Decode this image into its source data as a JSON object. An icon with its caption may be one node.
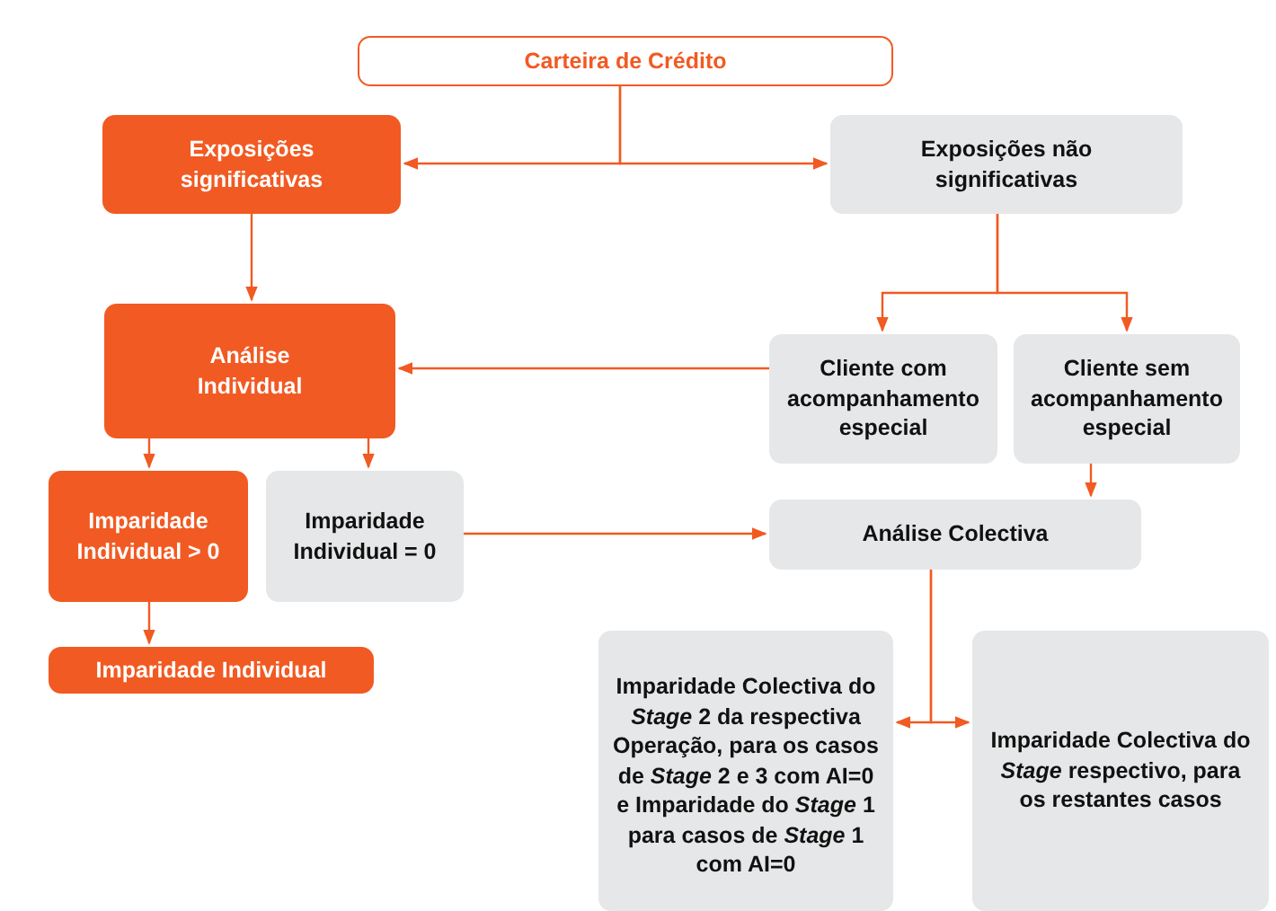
{
  "diagram": {
    "nodes": [
      {
        "text": [
          "Carteira de Crédito"
        ]
      },
      {
        "text": [
          "Exposições significativas"
        ]
      },
      {
        "text": [
          "Exposições não significativas"
        ]
      },
      {
        "text": [
          "Análise Individual"
        ]
      },
      {
        "text": [
          "Cliente com acompanhamento especial"
        ]
      },
      {
        "text": [
          "Cliente sem acompanhamento especial"
        ]
      },
      {
        "text": [
          "Imparidade Individual > 0"
        ]
      },
      {
        "text": [
          "Imparidade Individual = 0"
        ]
      },
      {
        "text": [
          "Análise Colectiva"
        ]
      },
      {
        "text": [
          "Imparidade Individual"
        ]
      },
      {
        "text": [
          "Imparidade Colectiva do *Stage* 2 da respectiva Operação, para os casos de *Stage* 2 e 3 com AI=0 e Imparidade do *Stage* 1 para casos de *Stage* 1 com AI=0"
        ]
      },
      {
        "text": [
          "Imparidade Colectiva do *Stage* respectivo, para os restantes casos"
        ]
      }
    ],
    "edges": [
      {
        "from": 0,
        "to": 1,
        "arrow": "to"
      },
      {
        "from": 0,
        "to": 2,
        "arrow": "to"
      },
      {
        "from": 1,
        "to": 3,
        "arrow": "to"
      },
      {
        "from": 2,
        "to": 4,
        "arrow": "to"
      },
      {
        "from": 2,
        "to": 5,
        "arrow": "to"
      },
      {
        "from": 4,
        "to": 3,
        "arrow": "to"
      },
      {
        "from": 5,
        "to": 8,
        "arrow": "to"
      },
      {
        "from": 3,
        "to": 6,
        "arrow": "to"
      },
      {
        "from": 3,
        "to": 7,
        "arrow": "to"
      },
      {
        "from": 7,
        "to": 8,
        "arrow": "to"
      },
      {
        "from": 6,
        "to": 9,
        "arrow": "to"
      },
      {
        "from": 8,
        "to": 10,
        "arrow": "to"
      },
      {
        "from": 8,
        "to": 11,
        "arrow": "to"
      }
    ]
  }
}
